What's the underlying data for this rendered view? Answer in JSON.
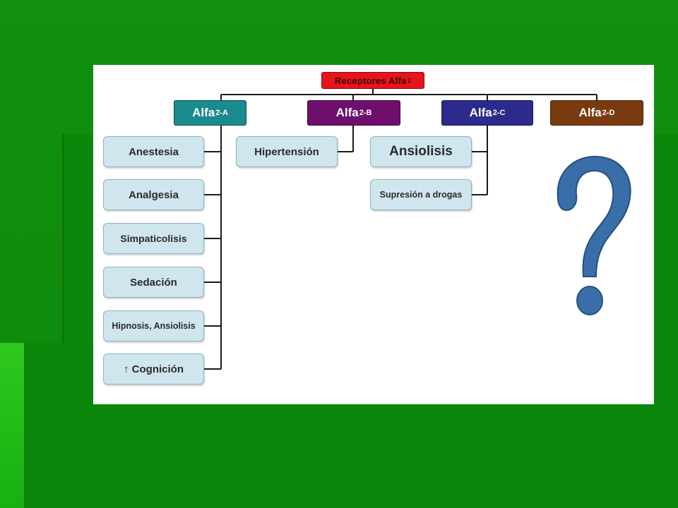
{
  "diagram": {
    "root": {
      "label": "Receptores Alfa",
      "sub": "2",
      "color": "#e8141b"
    },
    "subtypes": [
      {
        "id": "a",
        "label": "Alfa",
        "sub": "2-A",
        "color": "#1a8a8e"
      },
      {
        "id": "b",
        "label": "Alfa",
        "sub": "2-B",
        "color": "#6e0f6e"
      },
      {
        "id": "c",
        "label": "Alfa",
        "sub": "2-C",
        "color": "#2c2a8c"
      },
      {
        "id": "d",
        "label": "Alfa",
        "sub": "2-D",
        "color": "#7a3a10"
      }
    ],
    "effects_a": [
      "Anestesia",
      "Analgesia",
      "Simpaticolisis",
      "Sedación",
      "Hipnosis, Ansiolisis",
      "↑ Cognición"
    ],
    "effects_b": [
      "Hipertensión"
    ],
    "effects_c": [
      "Ansiolisis",
      "Supresión a drogas"
    ],
    "unknown_symbol": "question-mark",
    "leaf_fill": "#cfe6ee",
    "question_color": "#3a6ea8"
  }
}
